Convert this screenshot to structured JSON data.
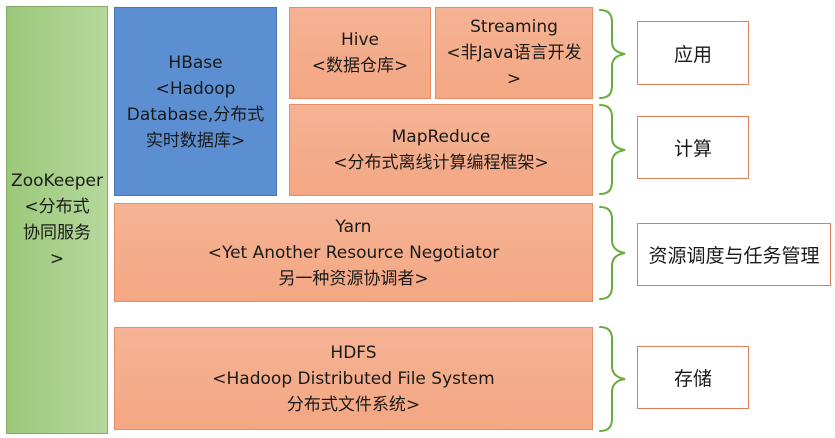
{
  "zookeeper": {
    "line1": "ZooKeeper",
    "line2": "<分布式",
    "line3": "协同服务",
    "line4": ">"
  },
  "hbase": {
    "line1": "HBase",
    "line2": "<Hadoop",
    "line3": "Database,分布式",
    "line4": "实时数据库>"
  },
  "hive": {
    "line1": "Hive",
    "line2": "<数据仓库>"
  },
  "streaming": {
    "line1": "Streaming",
    "line2": "<非Java语言开发",
    "line3": ">"
  },
  "mapreduce": {
    "line1": "MapReduce",
    "line2": "<分布式离线计算编程框架>"
  },
  "yarn": {
    "line1": "Yarn",
    "line2": "<Yet Another Resource Negotiator",
    "line3": "另一种资源协调者>"
  },
  "hdfs": {
    "line1": "HDFS",
    "line2": "<Hadoop Distributed File System",
    "line3": "分布式文件系统>"
  },
  "labels": {
    "application": "应用",
    "compute": "计算",
    "resource": "资源调度与任务管理",
    "storage": "存储"
  },
  "colors": {
    "zookeeper": "#b5d89b",
    "hbase": "#5b8fd1",
    "component": "#f4a783",
    "brace": "#6aab3e",
    "label_border": "#e07d58"
  }
}
